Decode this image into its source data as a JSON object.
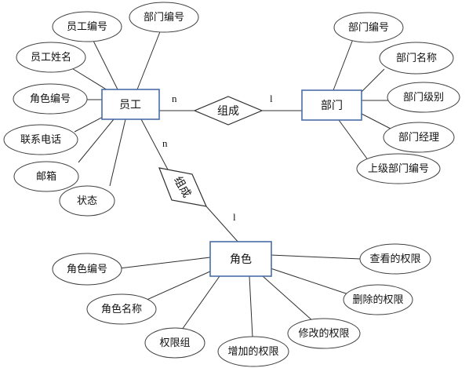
{
  "entities": {
    "employee": "员工",
    "department": "部门",
    "role": "角色"
  },
  "relationships": {
    "employee_department": "组成",
    "employee_role": "组成"
  },
  "cardinalities": {
    "employee_dept_employee_side": "n",
    "employee_dept_department_side": "l",
    "employee_role_employee_side": "n",
    "employee_role_role_side": "l"
  },
  "employee_attributes": [
    "员工编号",
    "部门编号",
    "员工姓名",
    "角色编号",
    "联系电话",
    "邮箱",
    "状态"
  ],
  "department_attributes": [
    "部门编号",
    "部门名称",
    "部门级别",
    "部门经理",
    "上级部门编号"
  ],
  "role_attributes": [
    "角色编号",
    "角色名称",
    "权限组",
    "增加的权限",
    "修改的权限",
    "删除的权限",
    "查看的权限"
  ]
}
